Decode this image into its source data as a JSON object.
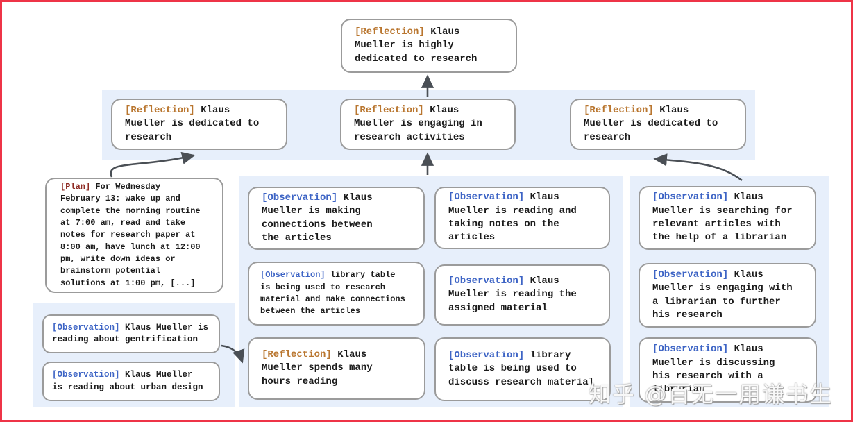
{
  "colors": {
    "frame_border": "#ee3447",
    "band_background": "#e7effb",
    "box_border": "#9b9b9b",
    "body_text": "#1b1b1b",
    "reflection_tag": "#b9762f",
    "observation_tag": "#3d64c5",
    "plan_tag": "#8e2a23",
    "arrow": "#4a4f55"
  },
  "nodes": {
    "root": {
      "tag": "[Reflection]",
      "text": "Klaus\nMueller is highly\ndedicated to research"
    },
    "ref_left": {
      "tag": "[Reflection]",
      "text": "Klaus\nMueller is dedicated to\nresearch"
    },
    "ref_mid": {
      "tag": "[Reflection]",
      "text": "Klaus\nMueller is engaging in\nresearch activities"
    },
    "ref_right": {
      "tag": "[Reflection]",
      "text": "Klaus\nMueller is dedicated to\nresearch"
    },
    "plan": {
      "tag": "[Plan]",
      "text": "For Wednesday\nFebruary 13: wake up and\ncomplete the morning routine\nat 7:00 am, read and take\nnotes for research paper at\n8:00 am, have lunch at 12:00\npm, write down ideas or\nbrainstorm potential\nsolutions at 1:00 pm, [...]"
    },
    "obs_gentrification": {
      "tag": "[Observation]",
      "text": "Klaus Mueller is\nreading about gentrification"
    },
    "obs_urban": {
      "tag": "[Observation]",
      "text": "Klaus Mueller\nis reading about urban design"
    },
    "obs_connections": {
      "tag": "[Observation]",
      "text": "Klaus\nMueller is making\nconnections between\nthe articles"
    },
    "obs_notes": {
      "tag": "[Observation]",
      "text": "Klaus\nMueller is reading and\ntaking notes on the\narticles"
    },
    "obs_libtable_research": {
      "tag": "[Observation]",
      "text": "library table\nis being used to research\nmaterial and make connections\nbetween the articles"
    },
    "obs_assigned": {
      "tag": "[Observation]",
      "text": "Klaus\nMueller is reading the\nassigned material"
    },
    "ref_hours": {
      "tag": "[Reflection]",
      "text": "Klaus\nMueller spends many\nhours reading"
    },
    "obs_libtable_discuss": {
      "tag": "[Observation]",
      "text": "library\ntable is being used to\ndiscuss research material"
    },
    "obs_searching": {
      "tag": "[Observation]",
      "text": "Klaus\nMueller is searching for\nrelevant articles with\nthe help of a librarian"
    },
    "obs_engaging": {
      "tag": "[Observation]",
      "text": "Klaus\nMueller is engaging with\na librarian to further\nhis research"
    },
    "obs_discussing": {
      "tag": "[Observation]",
      "text": "Klaus\nMueller is discussing\nhis research with a\nlibrarian"
    }
  },
  "watermark": {
    "text": "知乎 @百无一用谦书生"
  }
}
